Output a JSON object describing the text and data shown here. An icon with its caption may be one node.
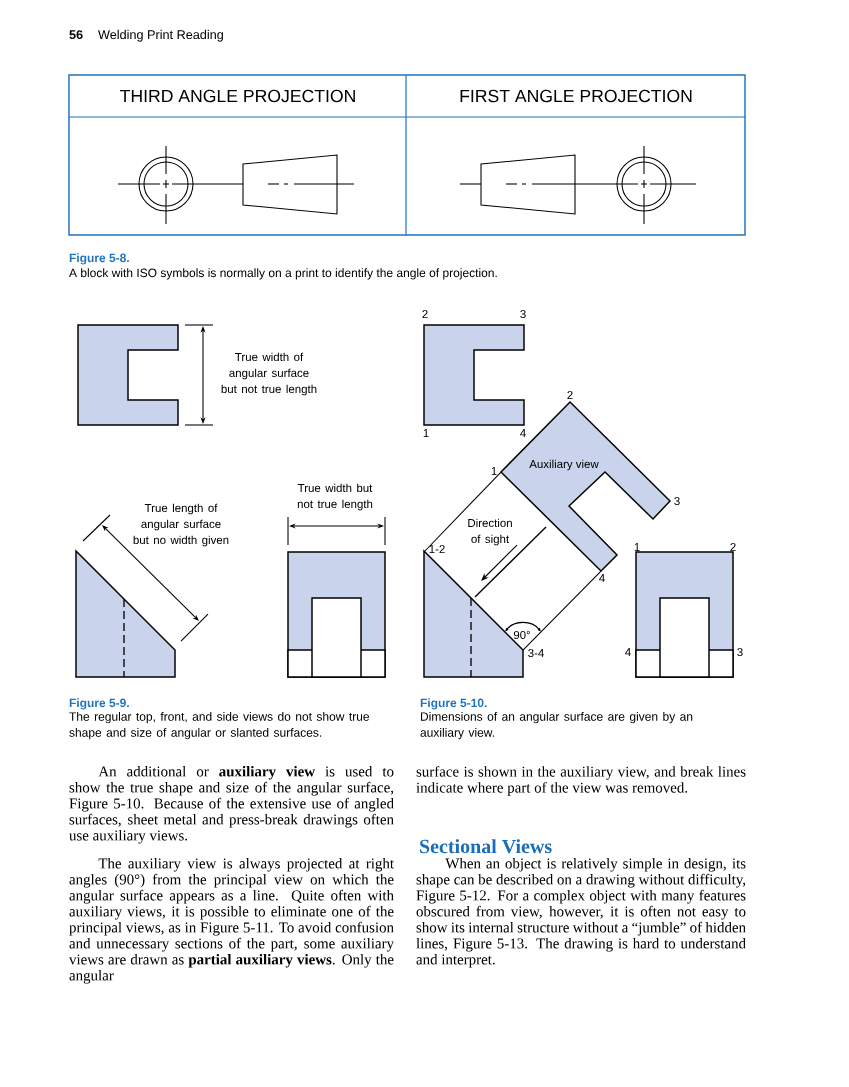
{
  "diagram": {
    "nodes": [
      {
        "text": [
          "Auxiliary view"
        ],
        "beside": [
          "2",
          "1",
          "3",
          "4"
        ]
      }
    ],
    "labels": [
      "56",
      "Welding Print Reading",
      "THIRD ANGLE PROJECTION",
      "FIRST ANGLE PROJECTION",
      "Figure 5-8.",
      "A block with ISO symbols is normally on a print to identify the angle of projection.",
      "True width of angular surface but not true length",
      "True width but not true length",
      "True length of angular surface but no width given",
      "2",
      "3",
      "1",
      "4",
      "Direction of sight",
      "1-2",
      "1",
      "2",
      "90°",
      "3-4",
      "4",
      "3",
      "Figure 5-9.",
      "The regular top, front, and side views do not show true shape and size of angular or slanted surfaces.",
      "Figure 5-10.",
      "Dimensions of an angular surface are given by an auxiliary view.",
      "An additional or **auxiliary view** is used to show the true shape and size of the angular surface, Figure 5-10. Because of the extensive use of angled surfaces, sheet metal and press-break drawings often use auxiliary views.",
      "The auxiliary view is always projected at right angles (90°) from the principal view on which the angular surface appears as a line. Quite often with auxiliary views, it is possible to eliminate one of the principal views, as in Figure 5-11. To avoid confusion and unnecessary sections of the part, some auxiliary views are drawn as **partial auxiliary views**. Only the angular",
      "surface is shown in the auxiliary view, and break lines indicate where part of the view was removed.",
      "Sectional Views",
      "When an object is relatively simple in design, its shape can be described on a drawing without difficulty, Figure 5-12. For a complex object with many features obscured from view, however, it is often not easy to show its internal structure without a “jumble” of hidden lines, Figure 5-13. The drawing is hard to understand and interpret."
    ]
  }
}
